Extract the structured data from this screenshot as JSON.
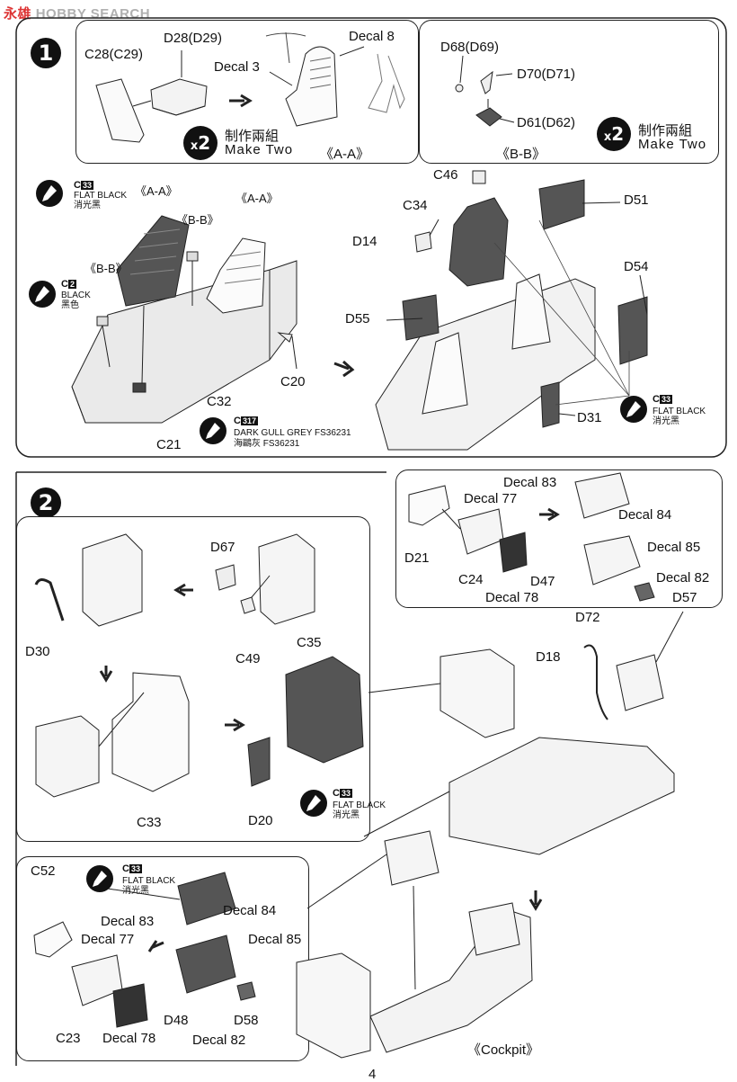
{
  "watermark": {
    "left": "永雄",
    "right": "HOBBY SEARCH"
  },
  "page_number": "4",
  "step1": {
    "number": "1",
    "subA": {
      "parts": {
        "c28": "C28(C29)",
        "d28": "D28(D29)",
        "decal3": "Decal 3",
        "decal8": "Decal 8"
      },
      "multiplier": {
        "x": "x",
        "n": "2"
      },
      "make_two_cn": "制作兩組",
      "make_two_en": "Make Two",
      "section": "《A-A》"
    },
    "subB": {
      "parts": {
        "d68": "D68(D69)",
        "d70": "D70(D71)",
        "d61": "D61(D62)"
      },
      "multiplier": {
        "x": "x",
        "n": "2"
      },
      "make_two_cn": "制作兩組",
      "make_two_en": "Make Two",
      "section": "《B-B》"
    },
    "left": {
      "paint1": {
        "code": "C",
        "num": "33",
        "name": "FLAT BLACK",
        "cn": "消光黑"
      },
      "paint2": {
        "code": "C",
        "num": "2",
        "name": "BLACK",
        "cn": "黑色"
      },
      "paint3": {
        "code": "C",
        "num": "317",
        "name": "DARK GULL GREY FS36231",
        "cn": "海鷗灰 FS36231"
      },
      "aa1": "《A-A》",
      "aa2": "《A-A》",
      "bb1": "《B-B》",
      "bb2": "《B-B》",
      "parts": {
        "c20": "C20",
        "c32": "C32",
        "c21": "C21"
      }
    },
    "right": {
      "parts": {
        "c46": "C46",
        "c34": "C34",
        "d14": "D14",
        "d51": "D51",
        "d54": "D54",
        "d55": "D55",
        "d31": "D31"
      },
      "paint": {
        "code": "C",
        "num": "33",
        "name": "FLAT BLACK",
        "cn": "消光黑"
      }
    }
  },
  "step2": {
    "number": "2",
    "inset_box": {
      "parts": {
        "d67": "D67",
        "d30": "D30",
        "c49": "C49",
        "c35": "C35",
        "c33": "C33",
        "d20": "D20"
      },
      "paint": {
        "code": "C",
        "num": "33",
        "name": "FLAT BLACK",
        "cn": "消光黑"
      }
    },
    "right_box": {
      "parts": {
        "decal83": "Decal 83",
        "decal77": "Decal 77",
        "d21": "D21",
        "c24": "C24",
        "decal78": "Decal 78",
        "decal84": "Decal 84",
        "decal85": "Decal 85",
        "d47": "D47",
        "decal82": "Decal 82",
        "d57": "D57"
      }
    },
    "main": {
      "parts": {
        "d72": "D72",
        "d18": "D18"
      }
    },
    "lower_box": {
      "parts": {
        "c52": "C52",
        "decal83": "Decal 83",
        "decal77": "Decal 77",
        "c23": "C23",
        "decal78": "Decal 78",
        "d48": "D48",
        "decal82": "Decal 82",
        "decal84": "Decal 84",
        "decal85": "Decal 85",
        "d58": "D58"
      },
      "paint": {
        "code": "C",
        "num": "33",
        "name": "FLAT BLACK",
        "cn": "消光黑"
      }
    },
    "caption": "《Cockpit》"
  },
  "colors": {
    "line": "#222222",
    "dark_part": "#555555",
    "light_part": "#f4f4f4"
  }
}
